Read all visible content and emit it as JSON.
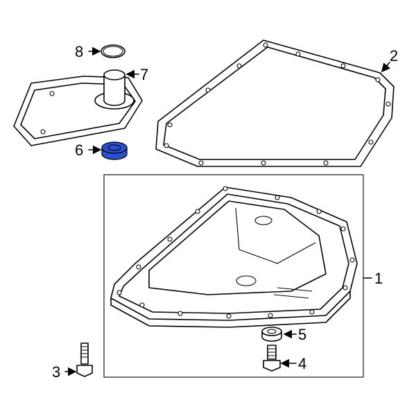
{
  "callouts": [
    {
      "id": "1",
      "label": "1"
    },
    {
      "id": "2",
      "label": "2"
    },
    {
      "id": "3",
      "label": "3"
    },
    {
      "id": "4",
      "label": "4"
    },
    {
      "id": "5",
      "label": "5"
    },
    {
      "id": "6",
      "label": "6"
    },
    {
      "id": "7",
      "label": "7"
    },
    {
      "id": "8",
      "label": "8"
    }
  ],
  "colors": {
    "highlight": "#2b4fd0",
    "line": "#000000"
  },
  "highlighted_part": "6"
}
